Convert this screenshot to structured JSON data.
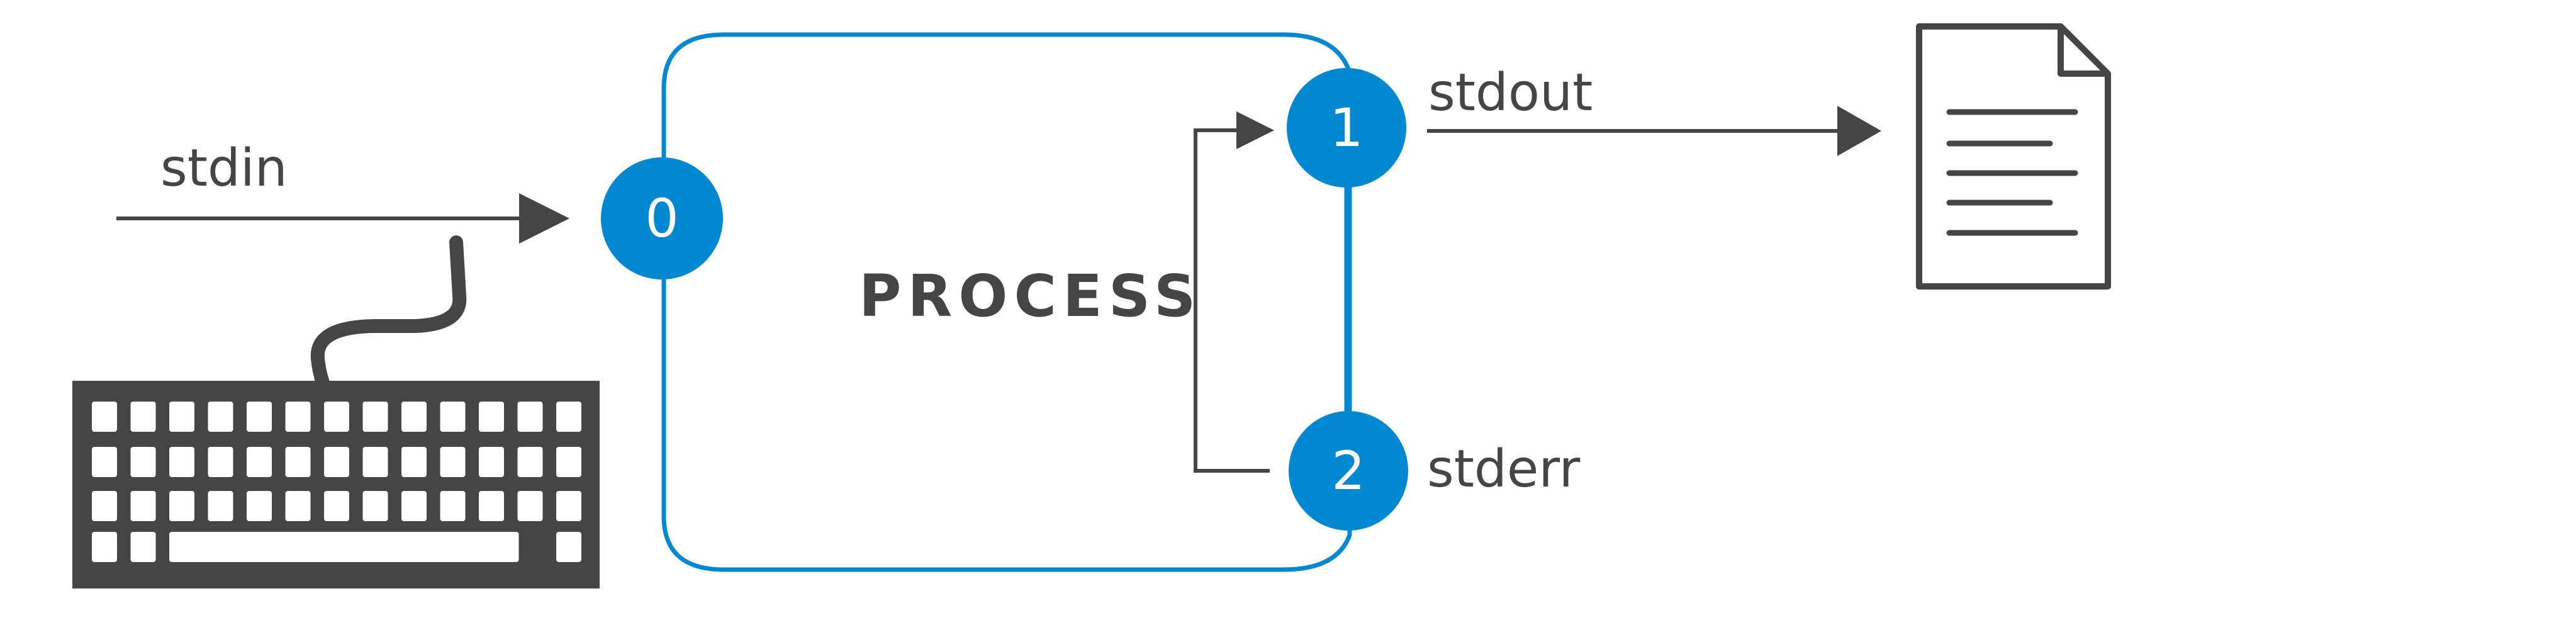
{
  "diagram": {
    "process_label": "PROCESS",
    "streams": {
      "stdin": "stdin",
      "stdout": "stdout",
      "stderr": "stderr"
    },
    "descriptors": [
      "0",
      "1",
      "2"
    ],
    "icons": [
      "keyboard-icon",
      "document-icon"
    ],
    "colors": {
      "accent": "#0288d1",
      "ink": "#454545",
      "background": "#ffffff"
    }
  }
}
